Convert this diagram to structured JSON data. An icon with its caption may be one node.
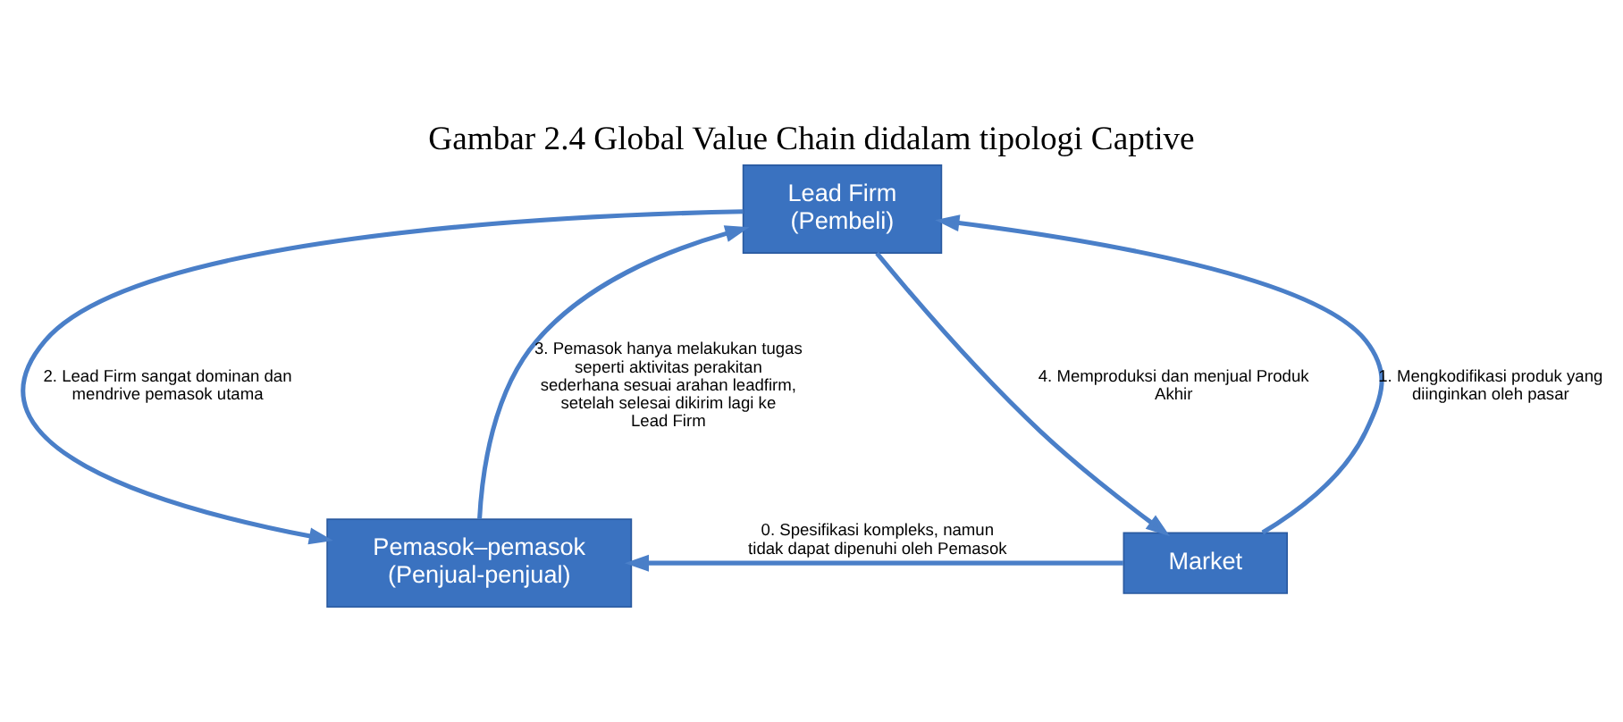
{
  "diagram": {
    "title": "Gambar 2.4 Global Value Chain didalam tipologi Captive",
    "nodes": [
      {
        "text": [
          "Lead Firm (Pembeli)"
        ]
      },
      {
        "text": [
          "Pemasok–pemasok (Penjual-penjual)"
        ]
      },
      {
        "text": [
          "Market"
        ]
      }
    ],
    "edges": [
      {
        "from": 2,
        "to": 1,
        "arrow": "to",
        "label": "0. Spesifikasi kompleks, namun tidak dapat dipenuhi oleh Pemasok"
      },
      {
        "from": 2,
        "to": 0,
        "arrow": "to",
        "label": "1. Mengkodifikasi produk yang diinginkan oleh pasar"
      },
      {
        "from": 0,
        "to": 1,
        "arrow": "to",
        "label": "2. Lead Firm sangat dominan dan mendrive pemasok utama"
      },
      {
        "from": 1,
        "to": 0,
        "arrow": "to",
        "label": "3. Pemasok hanya melakukan tugas seperti aktivitas perakitan sederhana sesuai arahan leadfirm, setelah selesai dikirim lagi ke Lead Firm"
      },
      {
        "from": 0,
        "to": 2,
        "arrow": "to",
        "label": "4. Memproduksi dan menjual Produk Akhir"
      }
    ]
  }
}
